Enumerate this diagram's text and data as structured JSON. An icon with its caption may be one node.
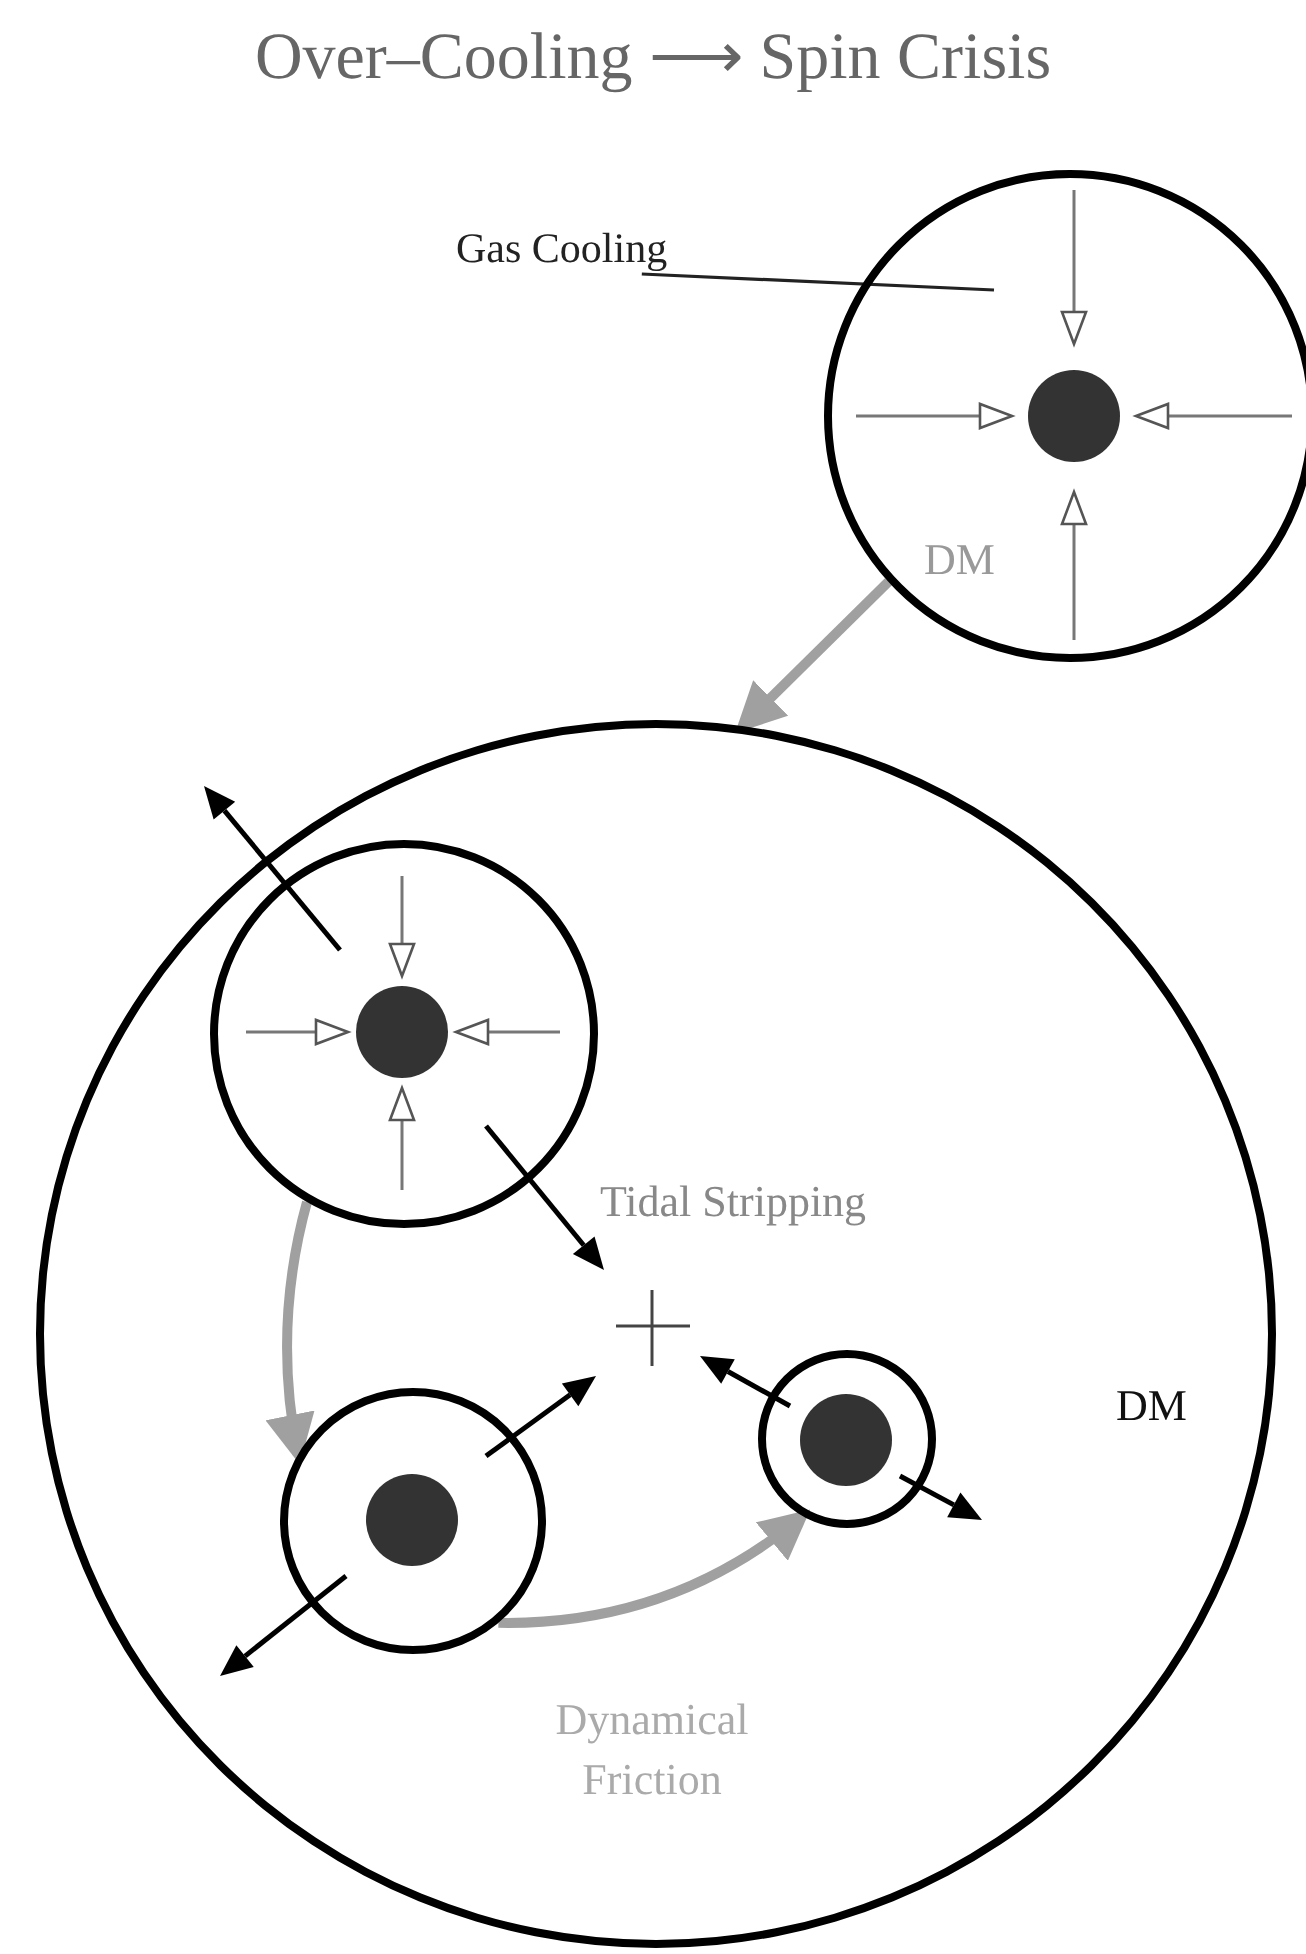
{
  "diagram": {
    "title": "Over–Cooling ⟶ Spin Crisis",
    "nodes": [
      {
        "text": [
          "Gas Cooling"
        ]
      },
      {
        "text": [
          "DM"
        ]
      },
      {
        "text": [
          "DM"
        ]
      },
      {
        "text": [],
        "shape": "circle",
        "in": 2
      },
      {
        "text": [],
        "shape": "circle",
        "in": 2
      },
      {
        "text": [],
        "shape": "circle",
        "in": 2
      }
    ],
    "edges": [
      {
        "from": 0,
        "to": 1,
        "arrow": "none",
        "color": "#222222"
      },
      {
        "from": 1,
        "to": 2,
        "arrow": "to"
      },
      {
        "from": 3,
        "to": 4,
        "arrow": "to"
      },
      {
        "from": 4,
        "to": 5,
        "arrow": "to",
        "label": "Dynamical Friction"
      }
    ],
    "labels": [
      "Tidal Stripping"
    ]
  }
}
